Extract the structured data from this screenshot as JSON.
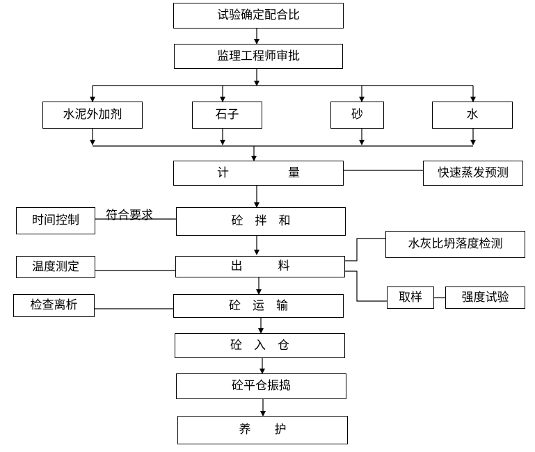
{
  "steps": {
    "trial_mix": "试验确定配合比",
    "supervisor_approval": "监理工程师审批",
    "admixture": "水泥外加剂",
    "stone": "石子",
    "sand": "砂",
    "water": "水",
    "metering": "计　　　　　量",
    "mixing": "砼　拌　和",
    "discharge": "出　　　料",
    "transport": "砼　运　输",
    "placing": "砼　入　仓",
    "leveling": "砼平仓振捣",
    "curing": "养　　护"
  },
  "checks": {
    "rapid_moisture": "快速蒸发预测",
    "mixing_time": "时间控制",
    "meets_requirement": "符合要求",
    "temperature": "温度测定",
    "slump_test": "水灰比坍落度检测",
    "sampling": "取样",
    "strength_test": "强度试验",
    "segregation": "检查离析"
  }
}
